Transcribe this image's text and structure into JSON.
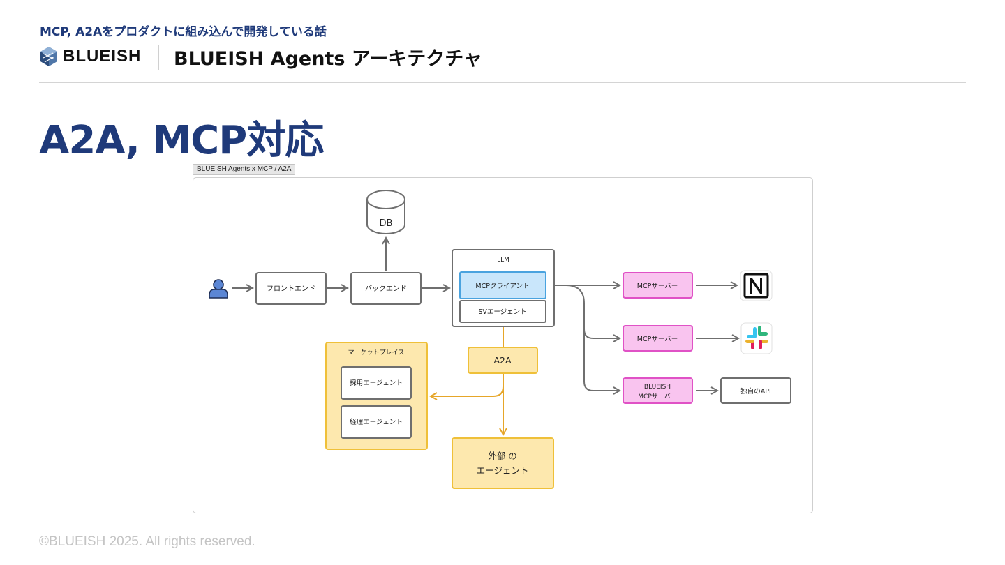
{
  "header": {
    "deck_title": "MCP, A2Aをプロダクトに組み込んで開発している話",
    "logo_text": "BLUEISH",
    "section_title": "BLUEISH Agents アーキテクチャ"
  },
  "slide": {
    "title": "A2A, MCP対応"
  },
  "diagram": {
    "frame_label": "BLUEISH Agents x MCP / A2A",
    "db": "DB",
    "frontend": "フロントエンド",
    "backend": "バックエンド",
    "llm": "LLM",
    "mcp_client": "MCPクライアント",
    "sv_agent": "SVエージェント",
    "a2a": "A2A",
    "marketplace": "マーケットプレイス",
    "recruit_agent": "採用エージェント",
    "accounting_agent": "経理エージェント",
    "external_agent_line1": "外部 の",
    "external_agent_line2": "エージェント",
    "mcp_server_1": "MCPサーバー",
    "mcp_server_2": "MCPサーバー",
    "blueish_mcp_line1": "BLUEISH",
    "blueish_mcp_line2": "MCPサーバー",
    "own_api": "独自のAPI",
    "icons": {
      "user": "user-icon",
      "notion": "notion-logo-icon",
      "slack": "slack-logo-icon"
    },
    "colors": {
      "mcp_server_fill": "#f9c4ef",
      "mcp_server_stroke": "#e052c6",
      "mcp_client_fill": "#c9e6fb",
      "mcp_client_stroke": "#4aa3df",
      "a2a_fill": "#fde8ae",
      "a2a_stroke": "#efc039",
      "a2a_arrow": "#e6a629",
      "box_stroke": "#6f6f6f"
    }
  },
  "footer": {
    "copyright": "©BLUEISH 2025. All rights reserved."
  }
}
